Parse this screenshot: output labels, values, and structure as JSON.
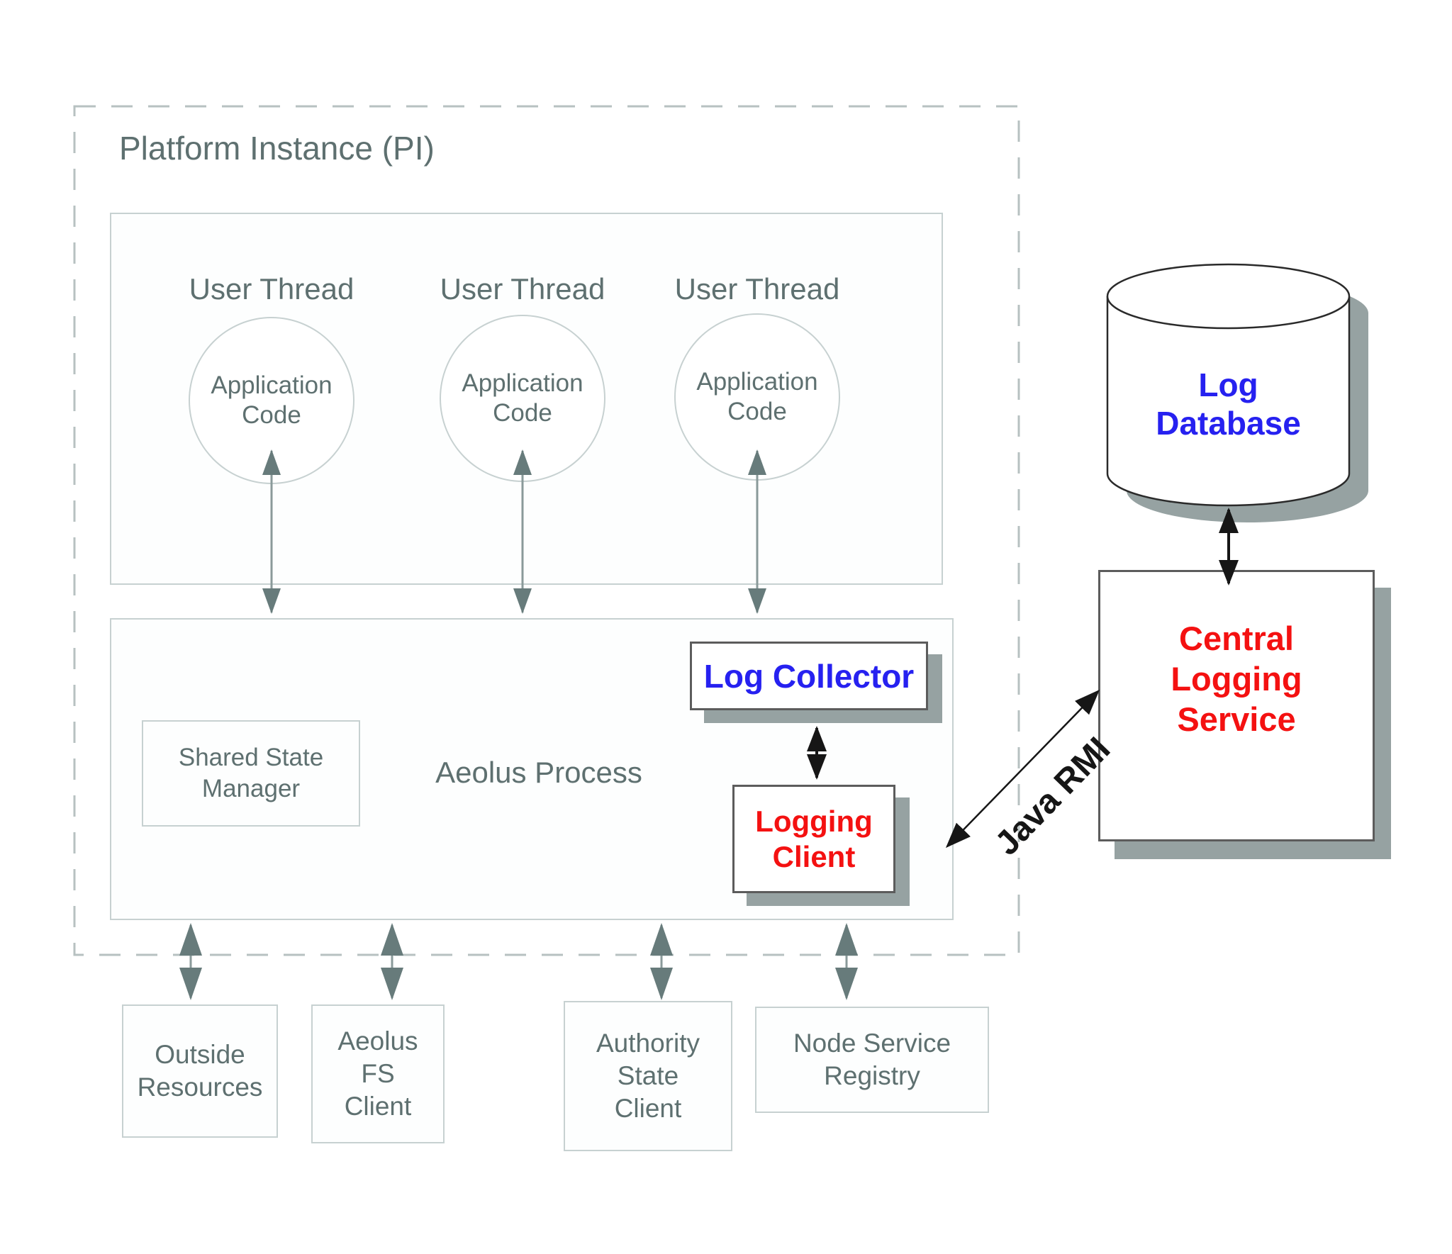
{
  "platform": {
    "label": "Platform Instance (PI)"
  },
  "threads": {
    "title": "User Thread",
    "circle": "Application\nCode"
  },
  "aeolus": {
    "label": "Aeolus Process",
    "shared_state": "Shared State\nManager"
  },
  "logging": {
    "collector": "Log Collector",
    "client": "Logging\nClient",
    "rmi": "Java RMI"
  },
  "central": {
    "database": "Log\nDatabase",
    "service": "Central\nLogging\nService"
  },
  "bottom": {
    "outside": "Outside\nResources",
    "fs": "Aeolus\nFS\nClient",
    "authority": "Authority\nState\nClient",
    "registry": "Node Service\nRegistry"
  },
  "colors": {
    "blue_label": "#2621f0",
    "red_label": "#f41111",
    "gray_text": "#5e7070",
    "light_border": "#c7d1d1",
    "dashed_border": "#b7c1c1",
    "dark_border": "#5c5c5c",
    "shadow": "#96a2a2",
    "arrow_gray_shaft": "#8a9a9a",
    "arrow_gray_head": "#677b7b",
    "arrow_black": "#161616",
    "background": "#ffffff"
  }
}
